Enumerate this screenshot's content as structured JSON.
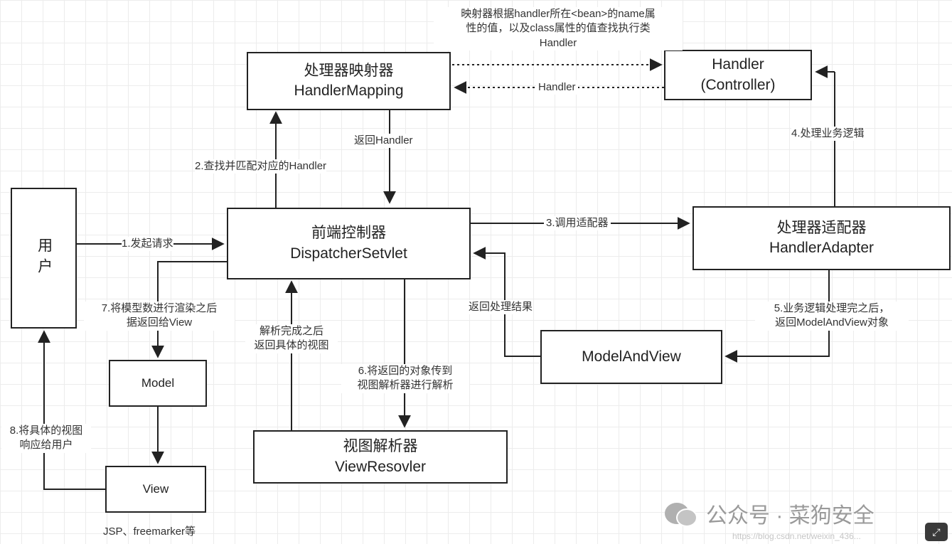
{
  "nodes": {
    "mapping": {
      "line1": "处理器映射器",
      "line2": "HandlerMapping"
    },
    "handler": {
      "line1": "Handler",
      "line2": "(Controller)"
    },
    "dispatcher": {
      "line1": "前端控制器",
      "line2": "DispatcherSetvlet"
    },
    "adapter": {
      "line1": "处理器适配器",
      "line2": "HandlerAdapter"
    },
    "user": {
      "label": "用户"
    },
    "model_and_view": {
      "label": "ModelAndView"
    },
    "model": {
      "label": "Model"
    },
    "view": {
      "label": "View"
    },
    "resolver": {
      "line1": "视图解析器",
      "line2": "ViewResovler"
    }
  },
  "labels": {
    "mapping_note": [
      "映射器根据handler所在<bean>的name属",
      "性的值，以及class属性的值查找执行类",
      "Handler"
    ],
    "handler_return": "Handler",
    "return_handler": "返回Handler",
    "step2": "2.查找并匹配对应的Handler",
    "step1": "1.发起请求",
    "step3": "3.调用适配器",
    "step4": "4.处理业务逻辑",
    "step5": [
      "5.业务逻辑处理完之后，",
      "返回ModelAndView对象"
    ],
    "return_result": "返回处理结果",
    "step6": [
      "6.将返回的对象传到",
      "视图解析器进行解析"
    ],
    "parse_done": [
      "解析完成之后",
      "返回具体的视图"
    ],
    "step7": [
      "7.将模型数进行渲染之后",
      "据返回给View"
    ],
    "step8": [
      "8.将具体的视图",
      "响应给用户"
    ],
    "view_tech": "JSP、freemarker等"
  },
  "watermark": {
    "text": "公众号 · 菜狗安全",
    "url": "https://blog.csdn.net/weixin_436..."
  },
  "colors": {
    "line": "#222222",
    "grid": "#ececec"
  }
}
